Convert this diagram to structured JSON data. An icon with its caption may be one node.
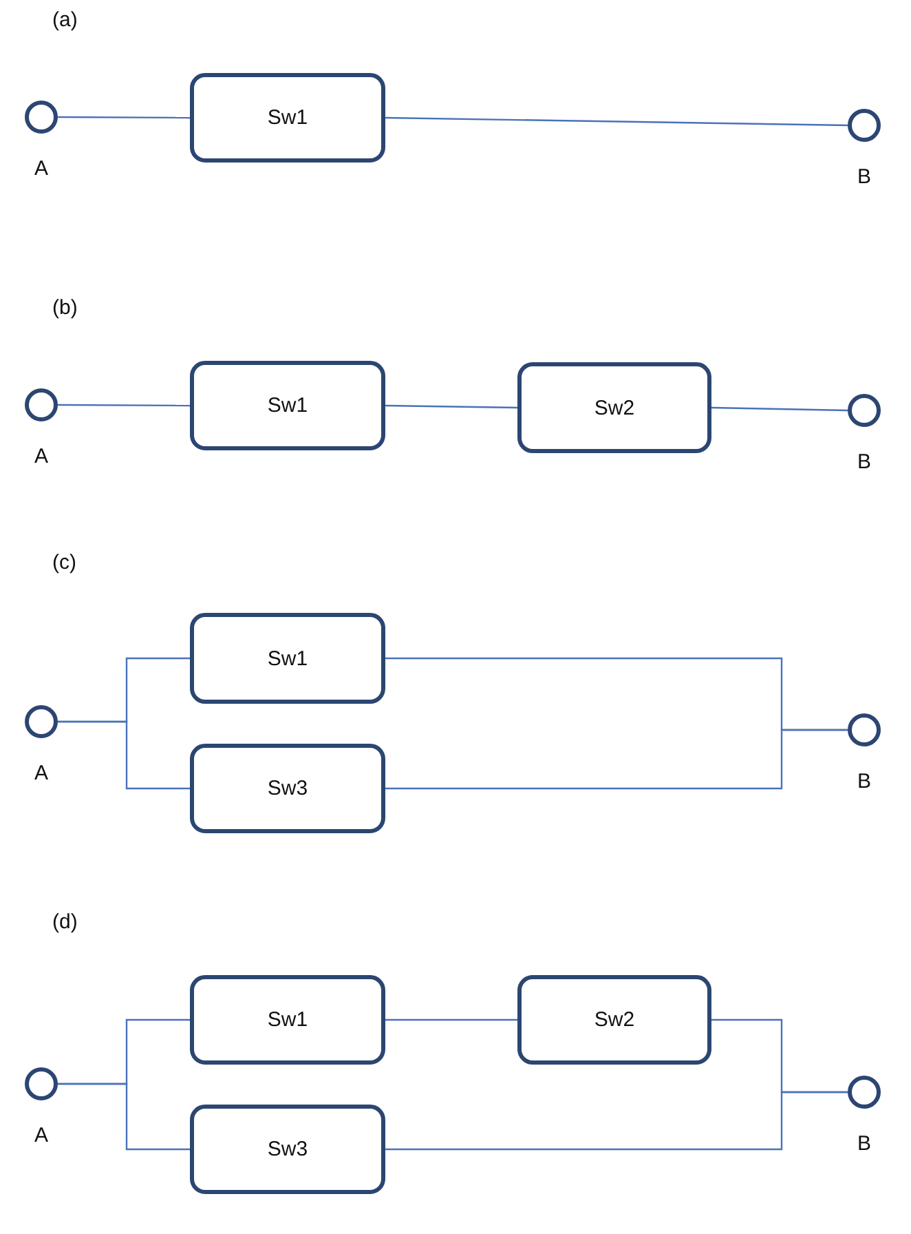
{
  "diagram": {
    "nodes": [
      {
        "text": [],
        "shape": "circle",
        "beside": [
          "A"
        ]
      },
      {
        "text": [
          "Sw1"
        ]
      },
      {
        "text": [],
        "shape": "circle",
        "beside": [
          "B"
        ]
      },
      {
        "text": [],
        "shape": "circle",
        "beside": [
          "A"
        ]
      },
      {
        "text": [
          "Sw1"
        ]
      },
      {
        "text": [
          "Sw2"
        ]
      },
      {
        "text": [],
        "shape": "circle",
        "beside": [
          "B"
        ]
      },
      {
        "text": [],
        "shape": "circle",
        "beside": [
          "A"
        ]
      },
      {
        "text": [
          "Sw1"
        ]
      },
      {
        "text": [
          "Sw3"
        ]
      },
      {
        "text": [],
        "shape": "circle",
        "beside": [
          "B"
        ]
      },
      {
        "text": [],
        "shape": "circle",
        "beside": [
          "A"
        ]
      },
      {
        "text": [
          "Sw1"
        ]
      },
      {
        "text": [
          "Sw2"
        ]
      },
      {
        "text": [
          "Sw3"
        ]
      },
      {
        "text": [],
        "shape": "circle",
        "beside": [
          "B"
        ]
      }
    ],
    "edges": [
      {
        "from": 0,
        "to": 1,
        "arrow": "none"
      },
      {
        "from": 1,
        "to": 2,
        "arrow": "none"
      },
      {
        "from": 3,
        "to": 4,
        "arrow": "none"
      },
      {
        "from": 4,
        "to": 5,
        "arrow": "none"
      },
      {
        "from": 5,
        "to": 6,
        "arrow": "none"
      },
      {
        "from": 7,
        "to": 8,
        "arrow": "none"
      },
      {
        "from": 7,
        "to": 9,
        "arrow": "none"
      },
      {
        "from": 8,
        "to": 10,
        "arrow": "none"
      },
      {
        "from": 9,
        "to": 10,
        "arrow": "none"
      },
      {
        "from": 11,
        "to": 12,
        "arrow": "none"
      },
      {
        "from": 11,
        "to": 14,
        "arrow": "none"
      },
      {
        "from": 12,
        "to": 13,
        "arrow": "none"
      },
      {
        "from": 13,
        "to": 15,
        "arrow": "none"
      },
      {
        "from": 14,
        "to": 15,
        "arrow": "none"
      }
    ],
    "labels": [
      "(a)",
      "(b)",
      "(c)",
      "(d)"
    ]
  }
}
